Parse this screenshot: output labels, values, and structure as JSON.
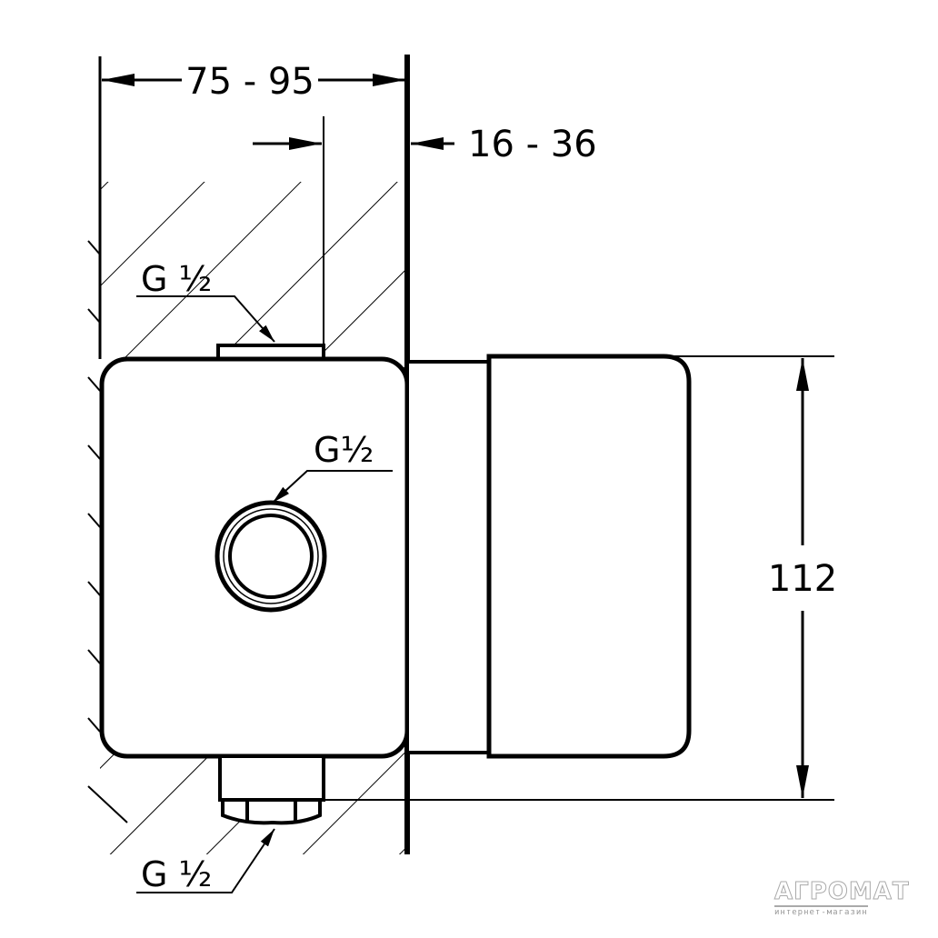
{
  "dimensions": {
    "depth_range": "75 - 95",
    "wall_offset_range": "16 - 36",
    "height": "112"
  },
  "labels": {
    "top_connection": "G ½",
    "front_connection": "G½",
    "bottom_connection": "G ½"
  },
  "watermark": {
    "brand": "АГРОМАТ",
    "tagline": "интернет-магазин"
  }
}
